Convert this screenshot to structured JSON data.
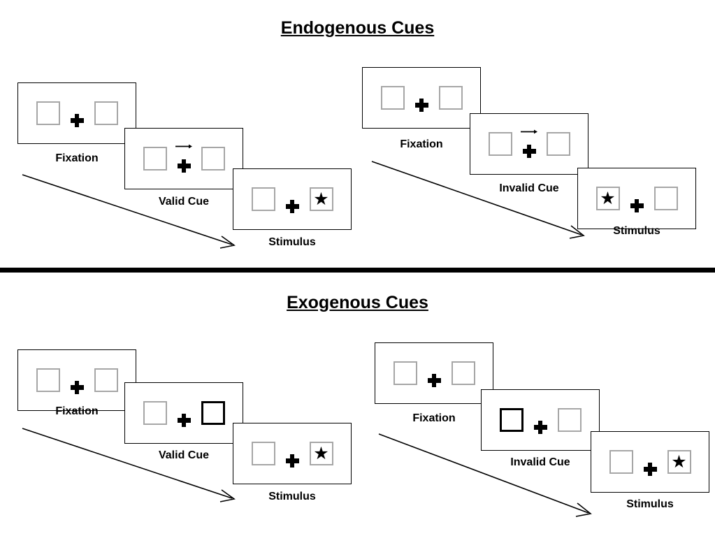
{
  "figure": {
    "title_endogenous": "Endogenous Cues",
    "title_exogenous": "Exogenous Cues",
    "captions": {
      "fixation": "Fixation",
      "valid_cue": "Valid Cue",
      "invalid_cue": "Invalid Cue",
      "stimulus": "Stimulus"
    },
    "colors": {
      "frame_border": "#000000",
      "placeholder_border": "#a6a6a6",
      "cued_border": "#000000",
      "ink": "#000000",
      "background": "#ffffff"
    },
    "icons": {
      "fixation_cross": "plus-cross-icon",
      "cue_arrow": "right-arrow-icon",
      "target": "star-icon",
      "flow": "diagonal-arrow-icon"
    }
  },
  "sections": [
    {
      "id": "endogenous",
      "title": "Endogenous Cues",
      "cue_type": "arrow",
      "sequences": [
        {
          "id": "endogenous-valid",
          "cue_validity": "Valid Cue",
          "frames": [
            {
              "caption": "Fixation",
              "left": "empty",
              "right": "empty",
              "cue": "none",
              "cue_side": "none"
            },
            {
              "caption": "Valid Cue",
              "left": "empty",
              "right": "empty",
              "cue": "arrow",
              "cue_side": "right"
            },
            {
              "caption": "Stimulus",
              "left": "empty",
              "right": "star",
              "cue": "none",
              "cue_side": "none"
            }
          ]
        },
        {
          "id": "endogenous-invalid",
          "cue_validity": "Invalid Cue",
          "frames": [
            {
              "caption": "Fixation",
              "left": "empty",
              "right": "empty",
              "cue": "none",
              "cue_side": "none"
            },
            {
              "caption": "Invalid Cue",
              "left": "empty",
              "right": "empty",
              "cue": "arrow",
              "cue_side": "right"
            },
            {
              "caption": "Stimulus",
              "left": "star",
              "right": "empty",
              "cue": "none",
              "cue_side": "none"
            }
          ]
        }
      ]
    },
    {
      "id": "exogenous",
      "title": "Exogenous Cues",
      "cue_type": "box-highlight",
      "sequences": [
        {
          "id": "exogenous-valid",
          "cue_validity": "Valid Cue",
          "frames": [
            {
              "caption": "Fixation",
              "left": "empty",
              "right": "empty",
              "cue": "none",
              "cue_side": "none"
            },
            {
              "caption": "Valid Cue",
              "left": "empty",
              "right": "empty",
              "cue": "highlight",
              "cue_side": "right"
            },
            {
              "caption": "Stimulus",
              "left": "empty",
              "right": "star",
              "cue": "none",
              "cue_side": "none"
            }
          ]
        },
        {
          "id": "exogenous-invalid",
          "cue_validity": "Invalid Cue",
          "frames": [
            {
              "caption": "Fixation",
              "left": "empty",
              "right": "empty",
              "cue": "none",
              "cue_side": "none"
            },
            {
              "caption": "Invalid Cue",
              "left": "empty",
              "right": "empty",
              "cue": "highlight",
              "cue_side": "left"
            },
            {
              "caption": "Stimulus",
              "left": "empty",
              "right": "star",
              "cue": "none",
              "cue_side": "none"
            }
          ]
        }
      ]
    }
  ]
}
